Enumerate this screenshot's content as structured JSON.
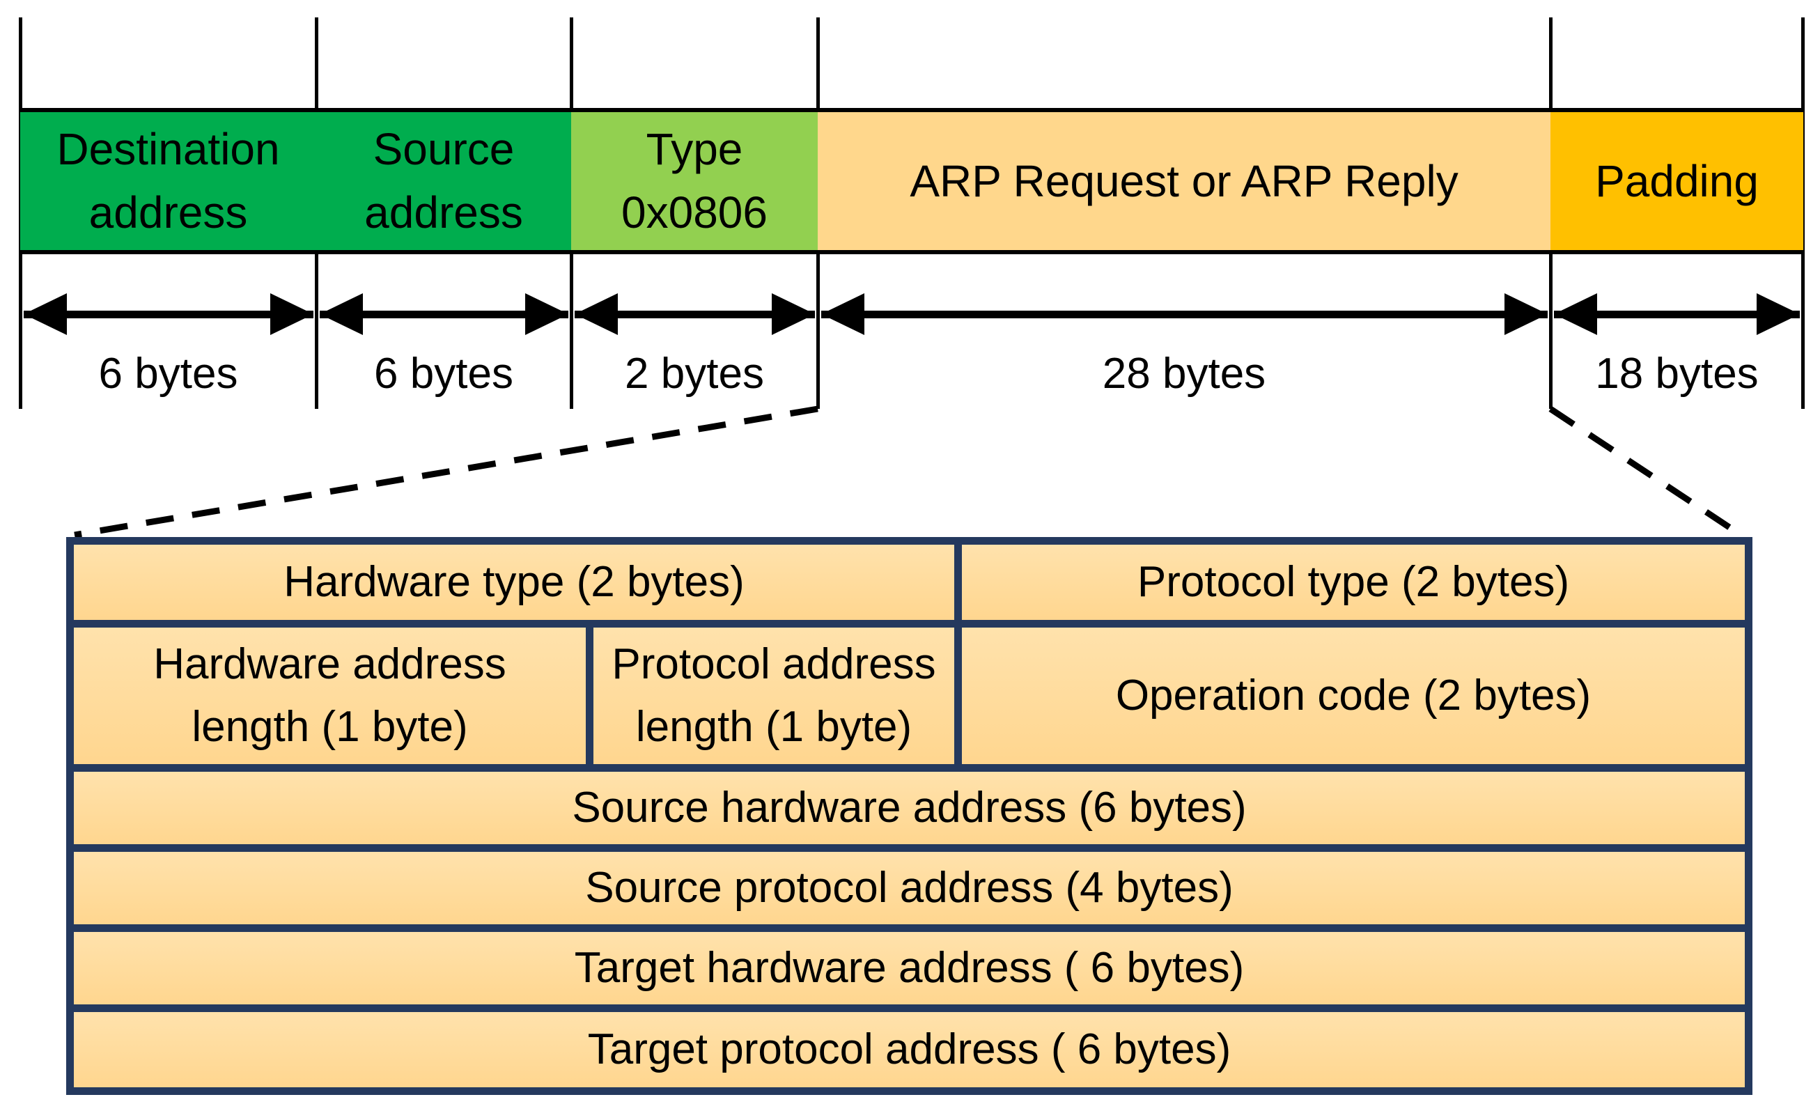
{
  "colors": {
    "ethernet_green": "#00AD4E",
    "type_green": "#92D050",
    "payload_tan": "#FFD78C",
    "padding_orange": "#FFC000",
    "table_navy": "#24395E",
    "table_tan": "#FFD68F",
    "line_black": "#000000"
  },
  "frame": {
    "segments": [
      {
        "label": "Destination\naddress",
        "bytes": "6 bytes"
      },
      {
        "label": "Source\naddress",
        "bytes": "6 bytes"
      },
      {
        "label": "Type\n0x0806",
        "bytes": "2 bytes"
      },
      {
        "label": "ARP Request or ARP Reply",
        "bytes": "28 bytes"
      },
      {
        "label": "Padding",
        "bytes": "18 bytes"
      }
    ]
  },
  "arp_table": {
    "rows": [
      {
        "cells": [
          {
            "label": "Hardware type (2 bytes)"
          },
          {
            "label": "Protocol type (2 bytes)"
          }
        ]
      },
      {
        "cells": [
          {
            "label": "Hardware address\nlength (1 byte)"
          },
          {
            "label": "Protocol address\nlength (1 byte)"
          },
          {
            "label": "Operation code (2 bytes)"
          }
        ]
      },
      {
        "cells": [
          {
            "label": "Source hardware address (6 bytes)"
          }
        ]
      },
      {
        "cells": [
          {
            "label": "Source protocol address (4 bytes)"
          }
        ]
      },
      {
        "cells": [
          {
            "label": "Target hardware address ( 6 bytes)"
          }
        ]
      },
      {
        "cells": [
          {
            "label": "Target protocol address ( 6 bytes)"
          }
        ]
      }
    ]
  }
}
